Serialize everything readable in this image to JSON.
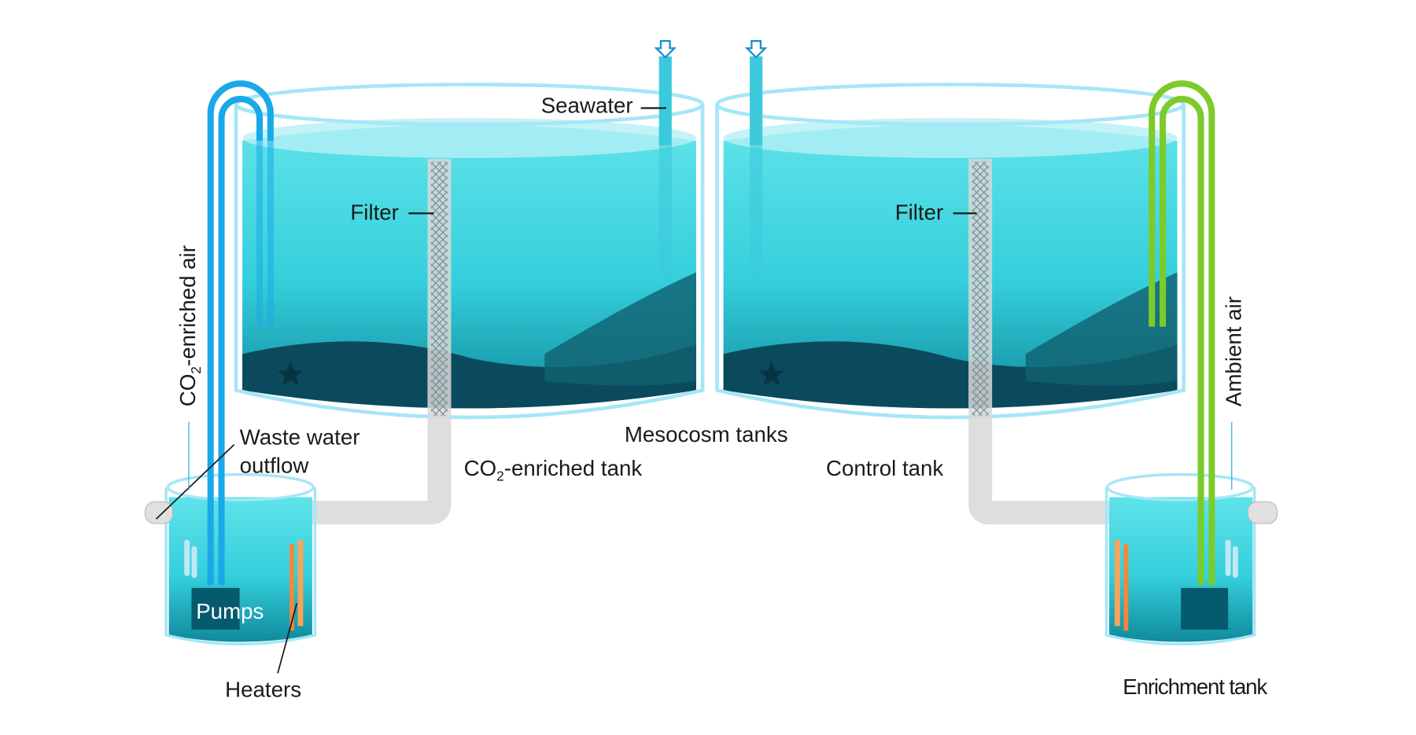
{
  "labels": {
    "seawater": "Seawater",
    "filter_left": "Filter",
    "filter_right": "Filter",
    "co2_air": {
      "a": "CO",
      "sub": "2",
      "b": "-enriched air"
    },
    "ambient_air": "Ambient air",
    "waste_water_1": "Waste water",
    "waste_water_2": "outflow",
    "mesocosm": "Mesocosm tanks",
    "co2_tank": {
      "a": "CO",
      "sub": "2",
      "b": "-enriched tank"
    },
    "control_tank": "Control tank",
    "pumps": "Pumps",
    "heaters": "Heaters",
    "enrichment_tank": "Enrichment tank"
  },
  "colors": {
    "water": "#3fd6e0",
    "water_deep": "#0e6f80",
    "seabed": "#0b4a5c",
    "co2_pipe": "#1aa9e8",
    "ambient_pipe": "#7ccb2a",
    "glass": "#9fe3f5",
    "drain_pipe": "#e6e6e6",
    "heater": "#f5863a"
  }
}
